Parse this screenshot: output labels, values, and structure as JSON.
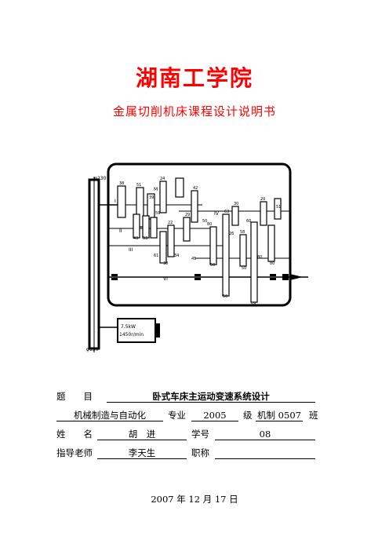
{
  "header": {
    "school": "湖南工学院",
    "doc_title": "金属切削机床课程设计说明书"
  },
  "diagram": {
    "labels": {
      "pulley_top": "φ230",
      "pulley_bottom": "φ130",
      "motor_power": "7.5kW",
      "motor_speed": "1450r/min",
      "shaft_iv": "IV",
      "shaft_ii": "II",
      "shaft_iii": "III",
      "shaft_vi": "VI",
      "shaft_v": "V",
      "shaft_i": "I",
      "shaft_m": "M",
      "gears": [
        "38",
        "51",
        "24",
        "39",
        "43",
        "33",
        "59",
        "22",
        "61",
        "29",
        "42",
        "50",
        "45",
        "34",
        "80",
        "20",
        "51",
        "58",
        "38",
        "63",
        "26",
        "50",
        "50",
        "30",
        "60",
        "80",
        "50",
        "80",
        "58"
      ]
    }
  },
  "form": {
    "topic_label": "题　　目",
    "topic_value": "卧式车床主运动变速系统设计",
    "major_value": "机械制造与自动化",
    "major_label": "专业",
    "grade_value": "2005",
    "grade_label": "级",
    "class_value": "机制 0507",
    "class_label": "班",
    "name_label": "姓　　名",
    "name_value": "胡　进",
    "student_no_label": "学号",
    "student_no_value": "08",
    "advisor_label": "指导老师",
    "advisor_value": "李天生",
    "title_label": "职称",
    "title_value": ""
  },
  "date": "2007 年 12 月 17 日",
  "colors": {
    "accent": "#ff0000"
  }
}
